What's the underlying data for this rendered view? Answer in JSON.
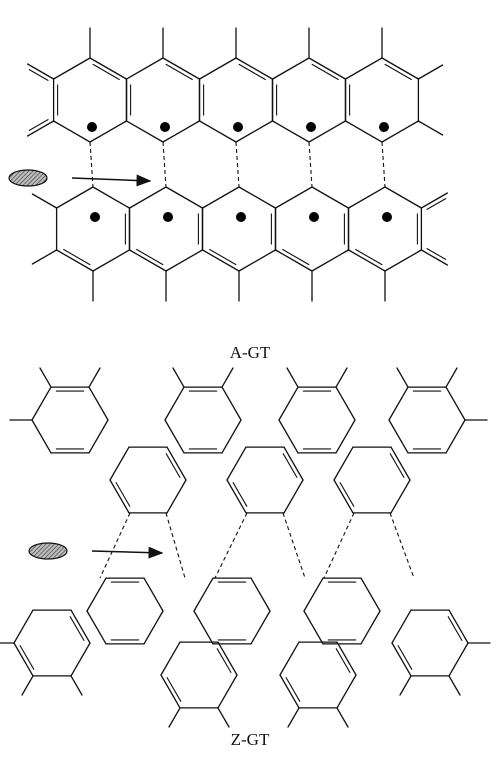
{
  "panels": [
    {
      "id": "armchair",
      "caption": "A-GT"
    },
    {
      "id": "zigzag",
      "caption": "Z-GT"
    }
  ],
  "colors": {
    "line": "#111111",
    "background": "#ffffff",
    "ellipse_fill": "#8a8a8a"
  }
}
